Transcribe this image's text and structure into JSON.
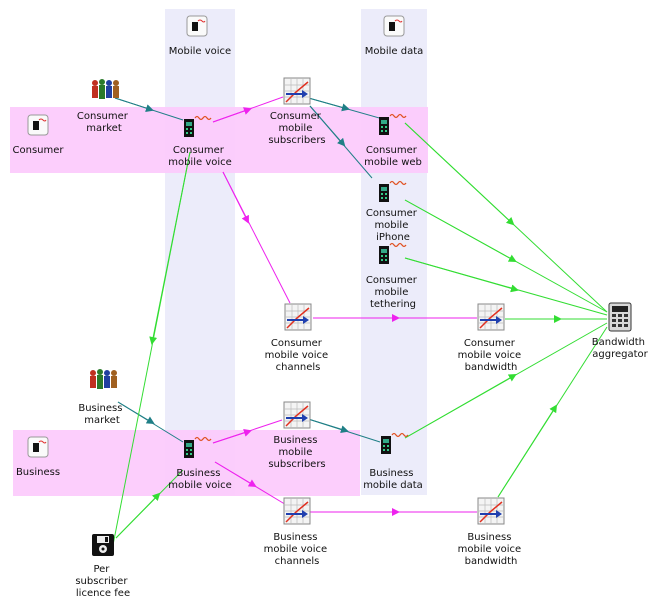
{
  "columns": {
    "mobile_voice": "Mobile voice",
    "mobile_data": "Mobile data"
  },
  "rows": {
    "consumer": "Consumer",
    "business": "Business"
  },
  "nodes": {
    "consumer_market": [
      "Consumer",
      "market"
    ],
    "consumer_mobile_voice": [
      "Consumer",
      "mobile voice"
    ],
    "consumer_mobile_subscribers": [
      "Consumer",
      "mobile",
      "subscribers"
    ],
    "consumer_mobile_web": [
      "Consumer",
      "mobile web"
    ],
    "consumer_mobile_iphone": [
      "Consumer",
      "mobile",
      "iPhone"
    ],
    "consumer_mobile_tethering": [
      "Consumer",
      "mobile",
      "tethering"
    ],
    "consumer_mobile_voice_channels": [
      "Consumer",
      "mobile voice",
      "channels"
    ],
    "consumer_mobile_voice_bandwidth": [
      "Consumer",
      "mobile voice",
      "bandwidth"
    ],
    "bandwidth_aggregator": [
      "Bandwidth",
      "aggregator"
    ],
    "business_market": [
      "Business",
      "market"
    ],
    "business_mobile_voice": [
      "Business",
      "mobile voice"
    ],
    "business_mobile_subscribers": [
      "Business",
      "mobile",
      "subscribers"
    ],
    "business_mobile_data": [
      "Business",
      "mobile data"
    ],
    "business_mobile_voice_channels": [
      "Business",
      "mobile voice",
      "channels"
    ],
    "business_mobile_voice_bandwidth": [
      "Business",
      "mobile voice",
      "bandwidth"
    ],
    "per_subscriber_licence_fee": [
      "Per",
      "subscriber",
      "licence fee"
    ]
  },
  "colors": {
    "row_band": "#fccbfc",
    "column_band": "#ececfa",
    "teal_arrow": "#1f7f86",
    "magenta_arrow": "#ee22ee",
    "green_arrow": "#33dd33"
  }
}
